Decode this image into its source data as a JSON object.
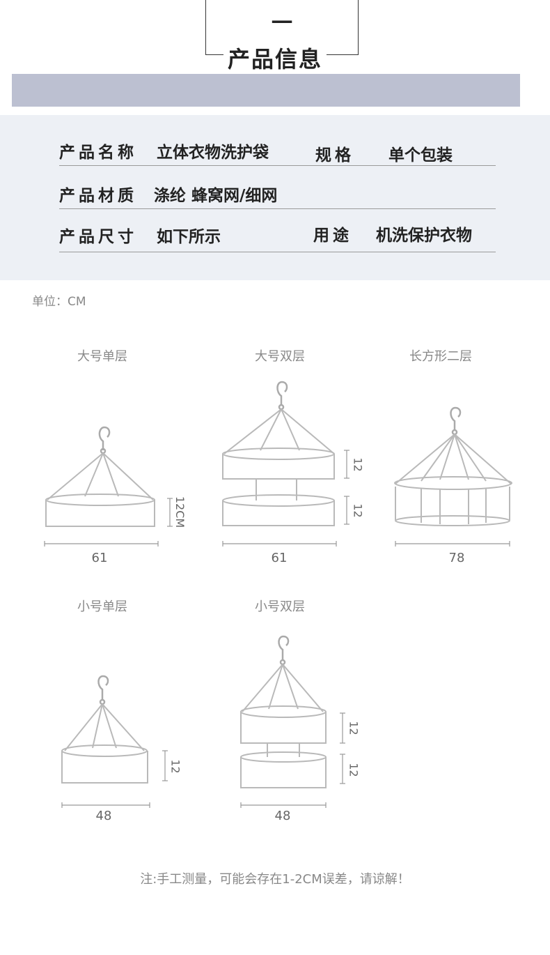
{
  "header": {
    "number": "一",
    "title": "产品信息"
  },
  "info": {
    "name_label": "产品名称",
    "name_value": "立体衣物洗护袋",
    "spec_label": "规格",
    "spec_value": "单个包装",
    "material_label": "产品材质",
    "material_value": "涤纶 蜂窝网/细网",
    "size_label": "产品尺寸",
    "size_value": "如下所示",
    "use_label": "用途",
    "use_value": "机洗保护衣物"
  },
  "unit_label": "单位：CM",
  "models": [
    {
      "name": "大号单层",
      "width": "61",
      "heights": [
        "12CM"
      ]
    },
    {
      "name": "大号双层",
      "width": "61",
      "heights": [
        "12",
        "12"
      ]
    },
    {
      "name": "长方形二层",
      "width": "78",
      "heights": []
    },
    {
      "name": "小号单层",
      "width": "48",
      "heights": [
        "12"
      ]
    },
    {
      "name": "小号双层",
      "width": "48",
      "heights": [
        "12",
        "12"
      ]
    }
  ],
  "note": "注:手工测量，可能会存在1-2CM误差，请谅解！",
  "colors": {
    "band": "#bcc0d1",
    "info_bg": "#edf0f5",
    "line": "#b9b9b9"
  }
}
